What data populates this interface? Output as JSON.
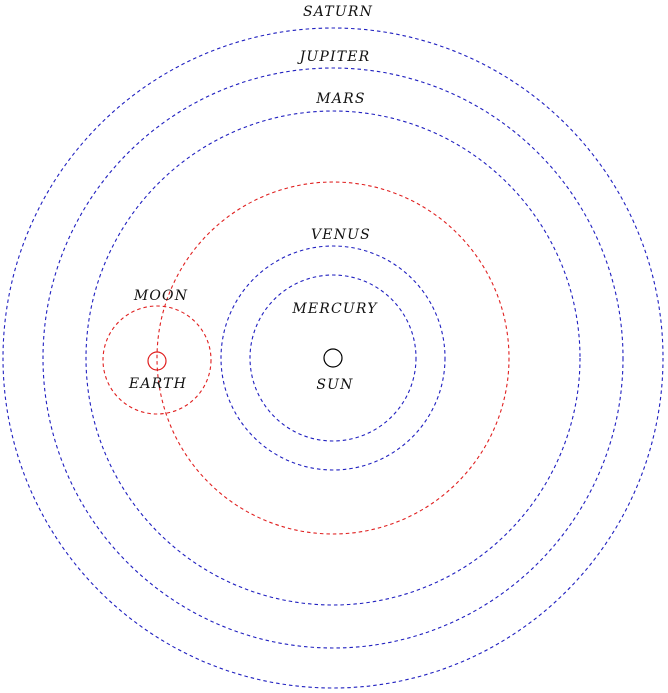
{
  "colors": {
    "sun_centered_orbit": "#2020c0",
    "earth_system": "#e02020",
    "sun": "#000000",
    "labels": "#111111"
  },
  "labels": {
    "saturn": "SATURN",
    "jupiter": "JUPITER",
    "mars": "MARS",
    "venus": "VENUS",
    "mercury": "MERCURY",
    "moon": "MOON",
    "earth": "EARTH",
    "sun": "SUN"
  }
}
